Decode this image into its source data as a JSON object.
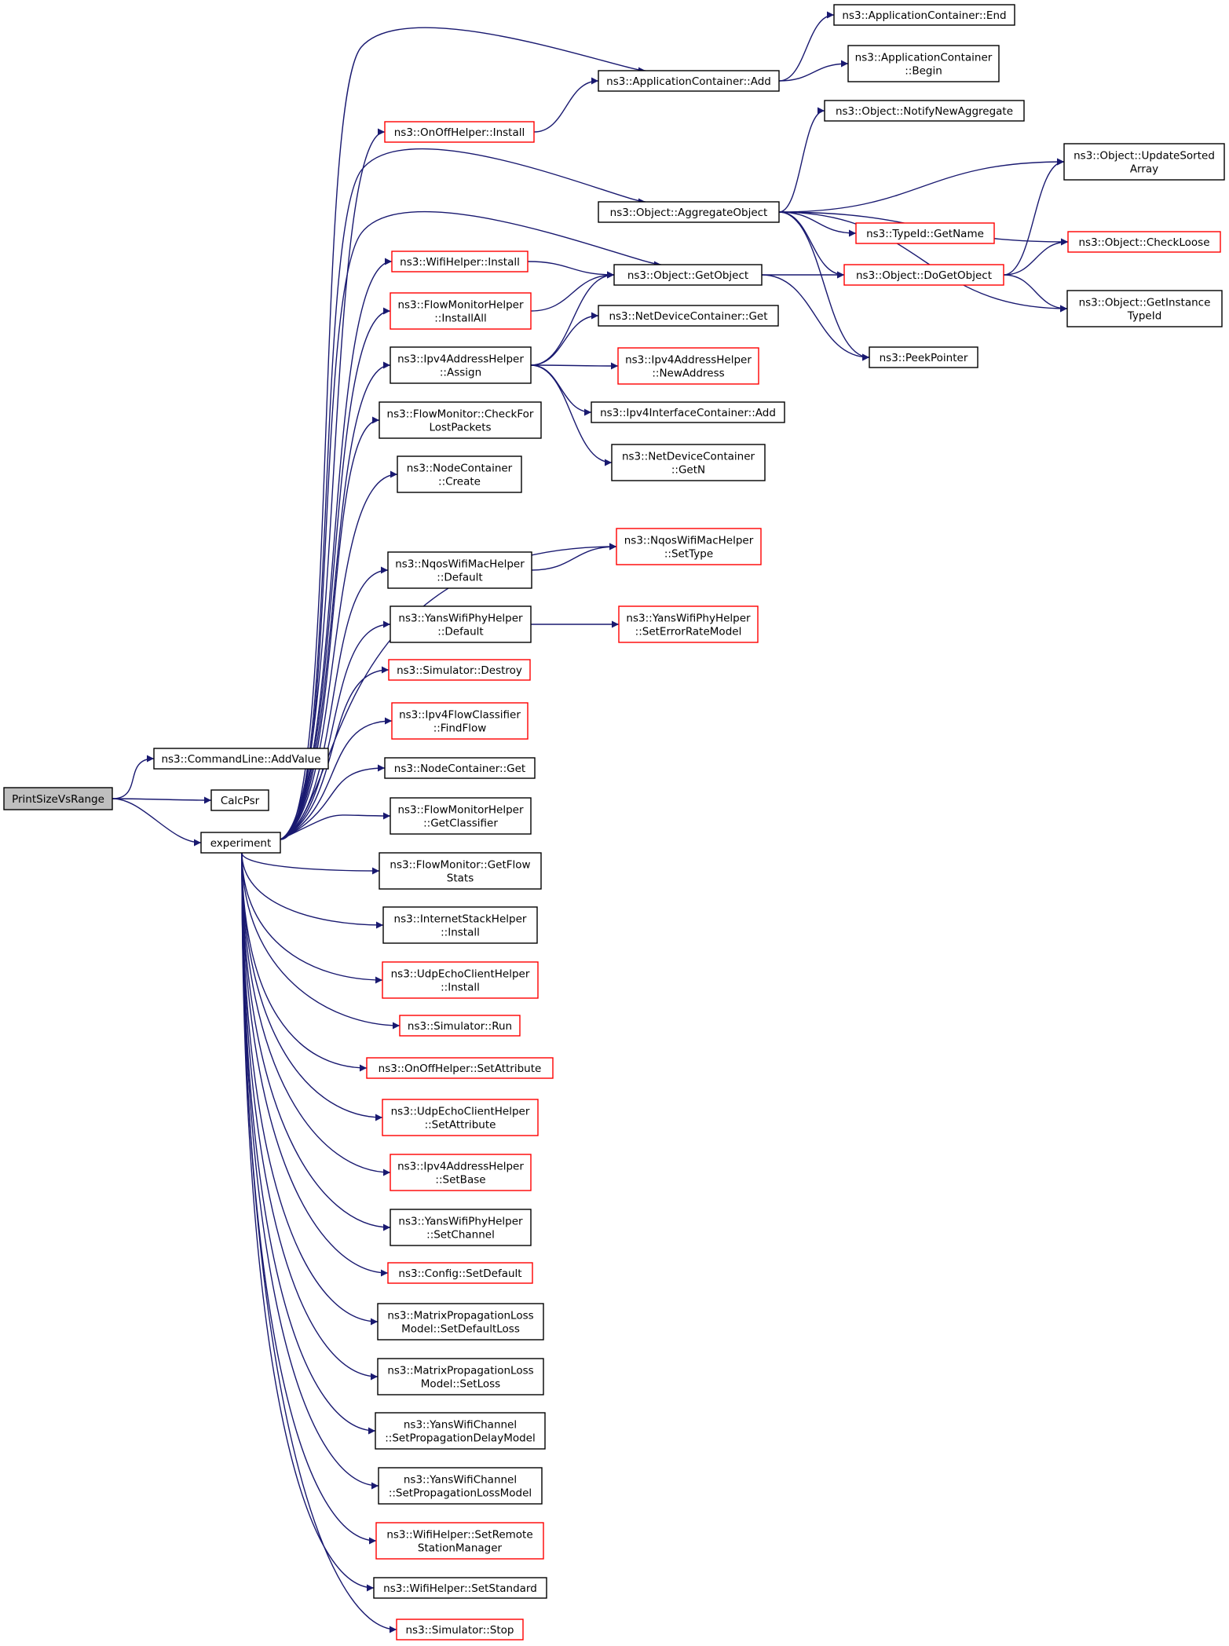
{
  "graph": {
    "nodes": [
      {
        "id": "root",
        "lines": [
          "PrintSizeVsRange"
        ],
        "kind": "root"
      },
      {
        "id": "addvalue",
        "lines": [
          "ns3::CommandLine::AddValue"
        ],
        "kind": "black"
      },
      {
        "id": "calcpsr",
        "lines": [
          "CalcPsr"
        ],
        "kind": "black"
      },
      {
        "id": "experiment",
        "lines": [
          "experiment"
        ],
        "kind": "black"
      },
      {
        "id": "append",
        "lines": [
          "ns3::ApplicationContainer::End"
        ],
        "kind": "black"
      },
      {
        "id": "appbegin",
        "lines": [
          "ns3::ApplicationContainer",
          "::Begin"
        ],
        "kind": "black"
      },
      {
        "id": "appadd",
        "lines": [
          "ns3::ApplicationContainer::Add"
        ],
        "kind": "black"
      },
      {
        "id": "onoffinstall",
        "lines": [
          "ns3::OnOffHelper::Install"
        ],
        "kind": "red"
      },
      {
        "id": "notify",
        "lines": [
          "ns3::Object::NotifyNewAggregate"
        ],
        "kind": "black"
      },
      {
        "id": "updatesorted",
        "lines": [
          "ns3::Object::UpdateSorted",
          "Array"
        ],
        "kind": "black"
      },
      {
        "id": "aggregate",
        "lines": [
          "ns3::Object::AggregateObject"
        ],
        "kind": "black"
      },
      {
        "id": "typeidname",
        "lines": [
          "ns3::TypeId::GetName"
        ],
        "kind": "red"
      },
      {
        "id": "checkloose",
        "lines": [
          "ns3::Object::CheckLoose"
        ],
        "kind": "red"
      },
      {
        "id": "wifiinstall",
        "lines": [
          "ns3::WifiHelper::Install"
        ],
        "kind": "red"
      },
      {
        "id": "getobject",
        "lines": [
          "ns3::Object::GetObject"
        ],
        "kind": "black"
      },
      {
        "id": "dogetobject",
        "lines": [
          "ns3::Object::DoGetObject"
        ],
        "kind": "red"
      },
      {
        "id": "flowinstallall",
        "lines": [
          "ns3::FlowMonitorHelper",
          "::InstallAll"
        ],
        "kind": "red"
      },
      {
        "id": "getinstancetypeid",
        "lines": [
          "ns3::Object::GetInstance",
          "TypeId"
        ],
        "kind": "black"
      },
      {
        "id": "ndcget",
        "lines": [
          "ns3::NetDeviceContainer::Get"
        ],
        "kind": "black"
      },
      {
        "id": "ipv4assign",
        "lines": [
          "ns3::Ipv4AddressHelper",
          "::Assign"
        ],
        "kind": "black"
      },
      {
        "id": "newaddress",
        "lines": [
          "ns3::Ipv4AddressHelper",
          "::NewAddress"
        ],
        "kind": "red"
      },
      {
        "id": "peekpointer",
        "lines": [
          "ns3::PeekPointer"
        ],
        "kind": "black"
      },
      {
        "id": "checklost",
        "lines": [
          "ns3::FlowMonitor::CheckFor",
          "LostPackets"
        ],
        "kind": "black"
      },
      {
        "id": "ipv4icadd",
        "lines": [
          "ns3::Ipv4InterfaceContainer::Add"
        ],
        "kind": "black"
      },
      {
        "id": "nodecreate",
        "lines": [
          "ns3::NodeContainer",
          "::Create"
        ],
        "kind": "black"
      },
      {
        "id": "ndcgetn",
        "lines": [
          "ns3::NetDeviceContainer",
          "::GetN"
        ],
        "kind": "black"
      },
      {
        "id": "nqossettype",
        "lines": [
          "ns3::NqosWifiMacHelper",
          "::SetType"
        ],
        "kind": "red"
      },
      {
        "id": "nqosdefault",
        "lines": [
          "ns3::NqosWifiMacHelper",
          "::Default"
        ],
        "kind": "black"
      },
      {
        "id": "yansphydefault",
        "lines": [
          "ns3::YansWifiPhyHelper",
          "::Default"
        ],
        "kind": "black"
      },
      {
        "id": "seterrorrate",
        "lines": [
          "ns3::YansWifiPhyHelper",
          "::SetErrorRateModel"
        ],
        "kind": "red"
      },
      {
        "id": "simdestroy",
        "lines": [
          "ns3::Simulator::Destroy"
        ],
        "kind": "red"
      },
      {
        "id": "findflow",
        "lines": [
          "ns3::Ipv4FlowClassifier",
          "::FindFlow"
        ],
        "kind": "red"
      },
      {
        "id": "nodeget",
        "lines": [
          "ns3::NodeContainer::Get"
        ],
        "kind": "black"
      },
      {
        "id": "getclassifier",
        "lines": [
          "ns3::FlowMonitorHelper",
          "::GetClassifier"
        ],
        "kind": "black"
      },
      {
        "id": "getflowstats",
        "lines": [
          "ns3::FlowMonitor::GetFlow",
          "Stats"
        ],
        "kind": "black"
      },
      {
        "id": "internetinstall",
        "lines": [
          "ns3::InternetStackHelper",
          "::Install"
        ],
        "kind": "black"
      },
      {
        "id": "udpinstall",
        "lines": [
          "ns3::UdpEchoClientHelper",
          "::Install"
        ],
        "kind": "red"
      },
      {
        "id": "simrun",
        "lines": [
          "ns3::Simulator::Run"
        ],
        "kind": "red"
      },
      {
        "id": "onoffsetattr",
        "lines": [
          "ns3::OnOffHelper::SetAttribute"
        ],
        "kind": "red"
      },
      {
        "id": "udpsetattr",
        "lines": [
          "ns3::UdpEchoClientHelper",
          "::SetAttribute"
        ],
        "kind": "red"
      },
      {
        "id": "ipv4setbase",
        "lines": [
          "ns3::Ipv4AddressHelper",
          "::SetBase"
        ],
        "kind": "red"
      },
      {
        "id": "setchannel",
        "lines": [
          "ns3::YansWifiPhyHelper",
          "::SetChannel"
        ],
        "kind": "black"
      },
      {
        "id": "configsetdefault",
        "lines": [
          "ns3::Config::SetDefault"
        ],
        "kind": "red"
      },
      {
        "id": "matrixsetdefaultloss",
        "lines": [
          "ns3::MatrixPropagationLoss",
          "Model::SetDefaultLoss"
        ],
        "kind": "black"
      },
      {
        "id": "matrixsetloss",
        "lines": [
          "ns3::MatrixPropagationLoss",
          "Model::SetLoss"
        ],
        "kind": "black"
      },
      {
        "id": "setpropdelay",
        "lines": [
          "ns3::YansWifiChannel",
          "::SetPropagationDelayModel"
        ],
        "kind": "black"
      },
      {
        "id": "setproploss",
        "lines": [
          "ns3::YansWifiChannel",
          "::SetPropagationLossModel"
        ],
        "kind": "black"
      },
      {
        "id": "setremote",
        "lines": [
          "ns3::WifiHelper::SetRemote",
          "StationManager"
        ],
        "kind": "red"
      },
      {
        "id": "setstandard",
        "lines": [
          "ns3::WifiHelper::SetStandard"
        ],
        "kind": "black"
      },
      {
        "id": "simstop",
        "lines": [
          "ns3::Simulator::Stop"
        ],
        "kind": "red"
      }
    ],
    "edges": [
      [
        "root",
        "addvalue"
      ],
      [
        "root",
        "calcpsr"
      ],
      [
        "root",
        "experiment"
      ],
      [
        "experiment",
        "appadd"
      ],
      [
        "experiment",
        "onoffinstall"
      ],
      [
        "experiment",
        "aggregate"
      ],
      [
        "experiment",
        "getobject"
      ],
      [
        "experiment",
        "wifiinstall"
      ],
      [
        "experiment",
        "flowinstallall"
      ],
      [
        "experiment",
        "ipv4assign"
      ],
      [
        "experiment",
        "checklost"
      ],
      [
        "experiment",
        "nodecreate"
      ],
      [
        "experiment",
        "nqossettype"
      ],
      [
        "experiment",
        "nqosdefault"
      ],
      [
        "experiment",
        "yansphydefault"
      ],
      [
        "experiment",
        "simdestroy"
      ],
      [
        "experiment",
        "findflow"
      ],
      [
        "experiment",
        "nodeget"
      ],
      [
        "experiment",
        "getclassifier"
      ],
      [
        "experiment",
        "getflowstats"
      ],
      [
        "experiment",
        "internetinstall"
      ],
      [
        "experiment",
        "udpinstall"
      ],
      [
        "experiment",
        "simrun"
      ],
      [
        "experiment",
        "onoffsetattr"
      ],
      [
        "experiment",
        "udpsetattr"
      ],
      [
        "experiment",
        "ipv4setbase"
      ],
      [
        "experiment",
        "setchannel"
      ],
      [
        "experiment",
        "configsetdefault"
      ],
      [
        "experiment",
        "matrixsetdefaultloss"
      ],
      [
        "experiment",
        "matrixsetloss"
      ],
      [
        "experiment",
        "setpropdelay"
      ],
      [
        "experiment",
        "setproploss"
      ],
      [
        "experiment",
        "setremote"
      ],
      [
        "experiment",
        "setstandard"
      ],
      [
        "experiment",
        "simstop"
      ],
      [
        "appadd",
        "append"
      ],
      [
        "appadd",
        "appbegin"
      ],
      [
        "onoffinstall",
        "appadd"
      ],
      [
        "aggregate",
        "notify"
      ],
      [
        "aggregate",
        "updatesorted"
      ],
      [
        "aggregate",
        "checkloose"
      ],
      [
        "aggregate",
        "typeidname"
      ],
      [
        "aggregate",
        "dogetobject"
      ],
      [
        "aggregate",
        "getinstancetypeid"
      ],
      [
        "aggregate",
        "peekpointer"
      ],
      [
        "getobject",
        "dogetobject"
      ],
      [
        "getobject",
        "peekpointer"
      ],
      [
        "dogetobject",
        "updatesorted"
      ],
      [
        "dogetobject",
        "checkloose"
      ],
      [
        "dogetobject",
        "getinstancetypeid"
      ],
      [
        "wifiinstall",
        "getobject"
      ],
      [
        "flowinstallall",
        "getobject"
      ],
      [
        "ipv4assign",
        "getobject"
      ],
      [
        "ipv4assign",
        "ndcget"
      ],
      [
        "ipv4assign",
        "newaddress"
      ],
      [
        "ipv4assign",
        "ipv4icadd"
      ],
      [
        "ipv4assign",
        "ndcgetn"
      ],
      [
        "nqosdefault",
        "nqossettype"
      ],
      [
        "yansphydefault",
        "seterrorrate"
      ]
    ]
  }
}
